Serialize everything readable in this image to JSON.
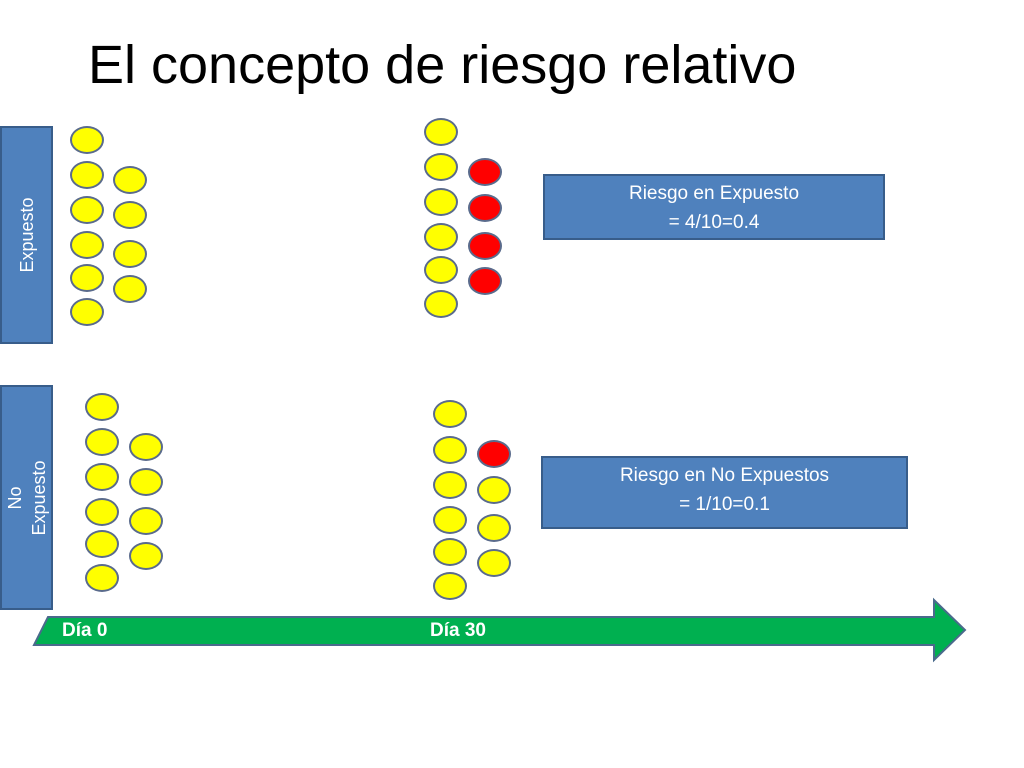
{
  "title": "El concepto de riesgo relativo",
  "groups": {
    "exposed": {
      "label": "Expuesto"
    },
    "unexposed": {
      "label_line1": "No",
      "label_line2": "Expuesto"
    }
  },
  "results": {
    "exposed": {
      "line1": "Riesgo en Expuesto",
      "line2": "= 4/10=0.4"
    },
    "unexposed": {
      "line1": "Riesgo en No Expuestos",
      "line2": "= 1/10=0.1"
    }
  },
  "timeline": {
    "start_label": "Día 0",
    "end_label": "Día 30"
  },
  "counts": {
    "exposed_day0": {
      "healthy": 10,
      "sick": 0
    },
    "exposed_day30": {
      "healthy": 6,
      "sick": 4
    },
    "unexposed_day0": {
      "healthy": 10,
      "sick": 0
    },
    "unexposed_day30": {
      "healthy": 9,
      "sick": 1
    }
  },
  "colors": {
    "healthy": "#ffff00",
    "sick": "#ff0000",
    "box": "#4f81bd",
    "arrow": "#00b050"
  }
}
